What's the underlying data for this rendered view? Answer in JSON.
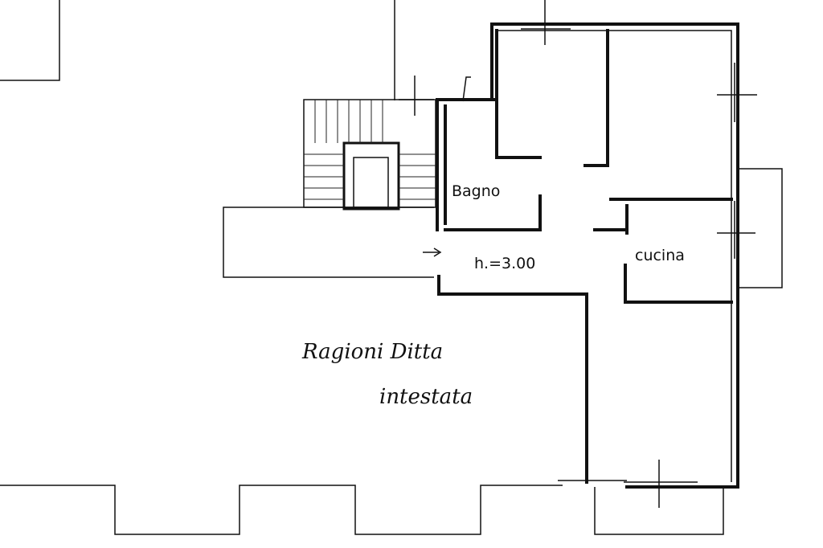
{
  "rooms": {
    "bathroom": "Bagno",
    "kitchen": "cucina",
    "ceiling_height": "h.=3.00"
  },
  "annotation": {
    "line1": "Ragioni Ditta",
    "line2": "intestata"
  },
  "colors": {
    "ink": "#111111",
    "paper": "#ffffff"
  }
}
